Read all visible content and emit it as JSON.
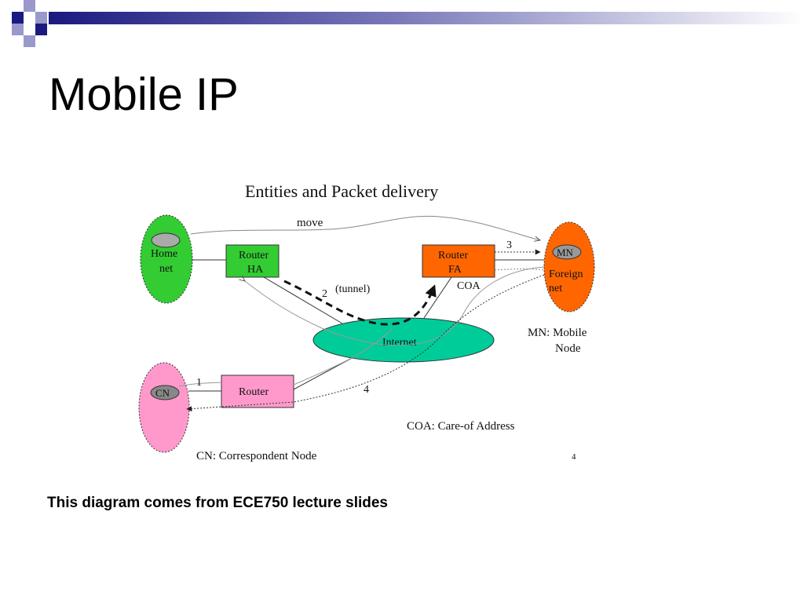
{
  "slide": {
    "title": "Mobile IP",
    "caption": "This diagram comes from ECE750 lecture slides"
  },
  "diagram": {
    "heading": "Entities and Packet delivery",
    "labels": {
      "move": "move",
      "home_net_line1": "Home",
      "home_net_line2": "net",
      "router_ha_line1": "Router",
      "router_ha_line2": "HA",
      "router_fa_line1": "Router",
      "router_fa_line2": "FA",
      "mn": "MN",
      "foreign_net_line1": "Foreign",
      "foreign_net_line2": "net",
      "coa": "COA",
      "tunnel": "(tunnel)",
      "step1": "1",
      "step2": "2",
      "step3": "3",
      "step4": "4",
      "internet": "Internet",
      "cn": "CN",
      "router": "Router",
      "mn_legend_line1": "MN: Mobile",
      "mn_legend_line2": "Node",
      "coa_legend": "COA: Care-of Address",
      "cn_legend": "CN: Correspondent Node",
      "page_number": "4"
    },
    "colors": {
      "home_net": "#33cc33",
      "foreign_net": "#ff6600",
      "cn_net": "#ff99cc",
      "internet": "#00cc99",
      "router_ha": "#33cc33",
      "router_fa": "#ff6600",
      "router_cn": "#ff99cc",
      "host_node": "#999999"
    }
  },
  "decor_colors": {
    "dark": "#1a1a80",
    "light": "#9999cc"
  }
}
